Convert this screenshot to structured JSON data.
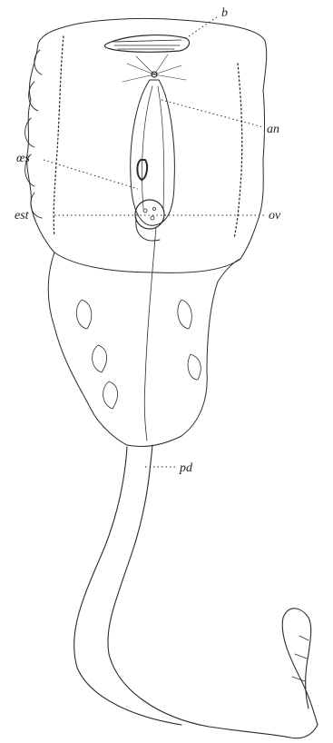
{
  "figure": {
    "labels": {
      "b": "b",
      "an": "an",
      "oes": "œs",
      "est": "est",
      "ov": "ov",
      "pd": "pd"
    }
  },
  "colors": {
    "ink": "#2a2a2a",
    "paper": "#ffffff"
  }
}
